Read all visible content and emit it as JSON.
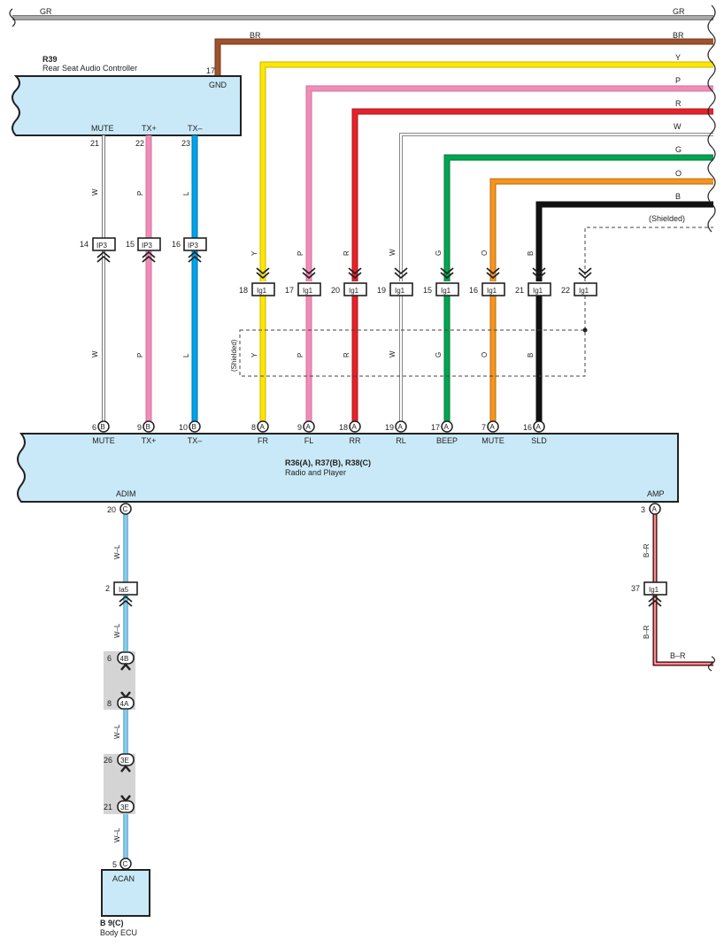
{
  "buses": [
    {
      "id": "GR",
      "label": "GR",
      "color": "#9a9a9a"
    },
    {
      "id": "BR",
      "label": "BR",
      "color": "#a0522d"
    },
    {
      "id": "Y",
      "label": "Y",
      "color": "#ffe600"
    },
    {
      "id": "P",
      "label": "P",
      "color": "#f08cb8"
    },
    {
      "id": "R",
      "label": "R",
      "color": "#e8202a"
    },
    {
      "id": "W",
      "label": "W",
      "color": "#ffffff"
    },
    {
      "id": "G",
      "label": "G",
      "color": "#00a651"
    },
    {
      "id": "O",
      "label": "O",
      "color": "#f7941d"
    },
    {
      "id": "B",
      "label": "B",
      "color": "#111111"
    },
    {
      "id": "SH",
      "label": "(Shielded)",
      "color": "#444444"
    }
  ],
  "r39": {
    "code": "R39",
    "name": "Rear Seat Audio Controller",
    "gnd_pin": "17",
    "gnd_label": "GND",
    "pins": [
      {
        "label": "MUTE",
        "num": "21",
        "wire": "W",
        "conn": "IP3",
        "cpin": "14",
        "color": "#ffffff",
        "bpin": "6",
        "bconn": "B"
      },
      {
        "label": "TX+",
        "num": "22",
        "wire": "P",
        "conn": "IP3",
        "cpin": "15",
        "color": "#f08cb8",
        "bpin": "9",
        "bconn": "B"
      },
      {
        "label": "TX–",
        "num": "23",
        "wire": "L",
        "conn": "IP3",
        "cpin": "16",
        "color": "#00a2e8",
        "bpin": "10",
        "bconn": "B"
      }
    ]
  },
  "radio": {
    "code": "R36(A), R37(B), R38(C)",
    "name": "Radio and Player",
    "left_label": "ADIM",
    "right_label": "AMP",
    "pins": [
      {
        "label": "MUTE"
      },
      {
        "label": "TX+"
      },
      {
        "label": "TX–"
      },
      {
        "label": "FR",
        "num": "8",
        "conn": "A",
        "wire": "Y",
        "ig": "18"
      },
      {
        "label": "FL",
        "num": "9",
        "conn": "A",
        "wire": "P",
        "ig": "17"
      },
      {
        "label": "RR",
        "num": "18",
        "conn": "A",
        "wire": "R",
        "ig": "20"
      },
      {
        "label": "RL",
        "num": "19",
        "conn": "A",
        "wire": "W",
        "ig": "19"
      },
      {
        "label": "BEEP",
        "num": "17",
        "conn": "A",
        "wire": "G",
        "ig": "15"
      },
      {
        "label": "MUTE",
        "num": "7",
        "conn": "A",
        "wire": "O",
        "ig": "16"
      },
      {
        "label": "SLD",
        "num": "16",
        "conn": "A",
        "wire": "B",
        "ig": "21"
      }
    ],
    "shield_ig": "22",
    "ig_conn": "Ig1",
    "shield_label": "(Shielded)"
  },
  "adim": {
    "radio_pin": "20",
    "radio_conn": "C",
    "wire": "W–L",
    "ia5_pin": "2",
    "ia5": "Ia5",
    "j1_top_pin": "6",
    "j1_top": "4B",
    "j1_bot_pin": "8",
    "j1_bot": "4A",
    "j2_top_pin": "26",
    "j2_top": "3E",
    "j2_bot_pin": "21",
    "j2_bot": "3E",
    "ecu_pin": "5",
    "ecu_conn": "C",
    "ecu_label": "ACAN",
    "ecu_code": "B 9(C)",
    "ecu_name": "Body ECU"
  },
  "amp": {
    "radio_pin": "3",
    "radio_conn": "A",
    "wire": "B–R",
    "ig_pin": "37",
    "ig": "Ig1",
    "out_label": "B–R"
  }
}
